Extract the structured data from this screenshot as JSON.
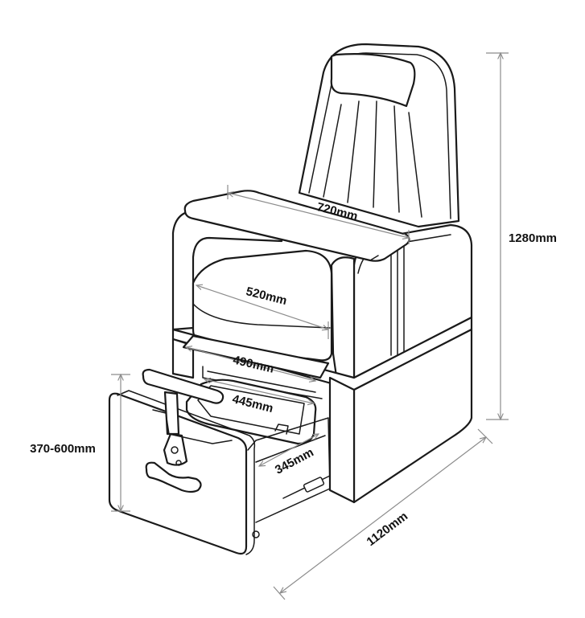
{
  "dimensions": {
    "backrest_width": "720mm",
    "seat_width": "520mm",
    "tub_outer_width": "490mm",
    "tub_inner_width": "445mm",
    "tub_depth": "345mm",
    "total_height": "1280mm",
    "total_length": "1120mm",
    "footrest_height": "370-600mm"
  },
  "colors": {
    "outline": "#1a1a1a",
    "dimension_line": "#8c8c8c",
    "background": "#ffffff"
  }
}
